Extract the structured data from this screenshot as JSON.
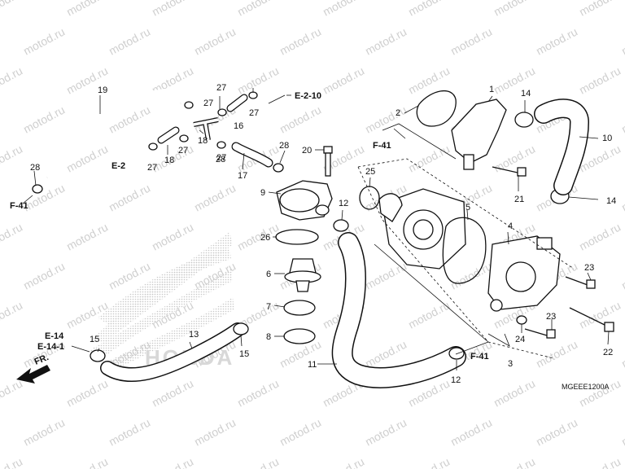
{
  "watermark": "motod.ru",
  "drawing_code": "MGEEE1200A",
  "brand": {
    "text": "HONDA",
    "fill": "#d8d8d8"
  },
  "part_numbers": [
    "1",
    "2",
    "3",
    "4",
    "5",
    "6",
    "7",
    "8",
    "9",
    "10",
    "11",
    "12",
    "12",
    "13",
    "14",
    "14",
    "15",
    "15",
    "16",
    "17",
    "18",
    "18",
    "19",
    "20",
    "21",
    "22",
    "23",
    "23",
    "24",
    "25",
    "26",
    "27",
    "27",
    "27",
    "27",
    "27",
    "27",
    "28",
    "28",
    "28"
  ],
  "refs": {
    "e2_10": "E-2-10",
    "e2": "E-2",
    "f41_left": "F-41",
    "f41_mid": "F-41",
    "f41_bottom": "F-41",
    "e14": "E-14",
    "e14_1": "E-14-1",
    "fr": "FR."
  }
}
